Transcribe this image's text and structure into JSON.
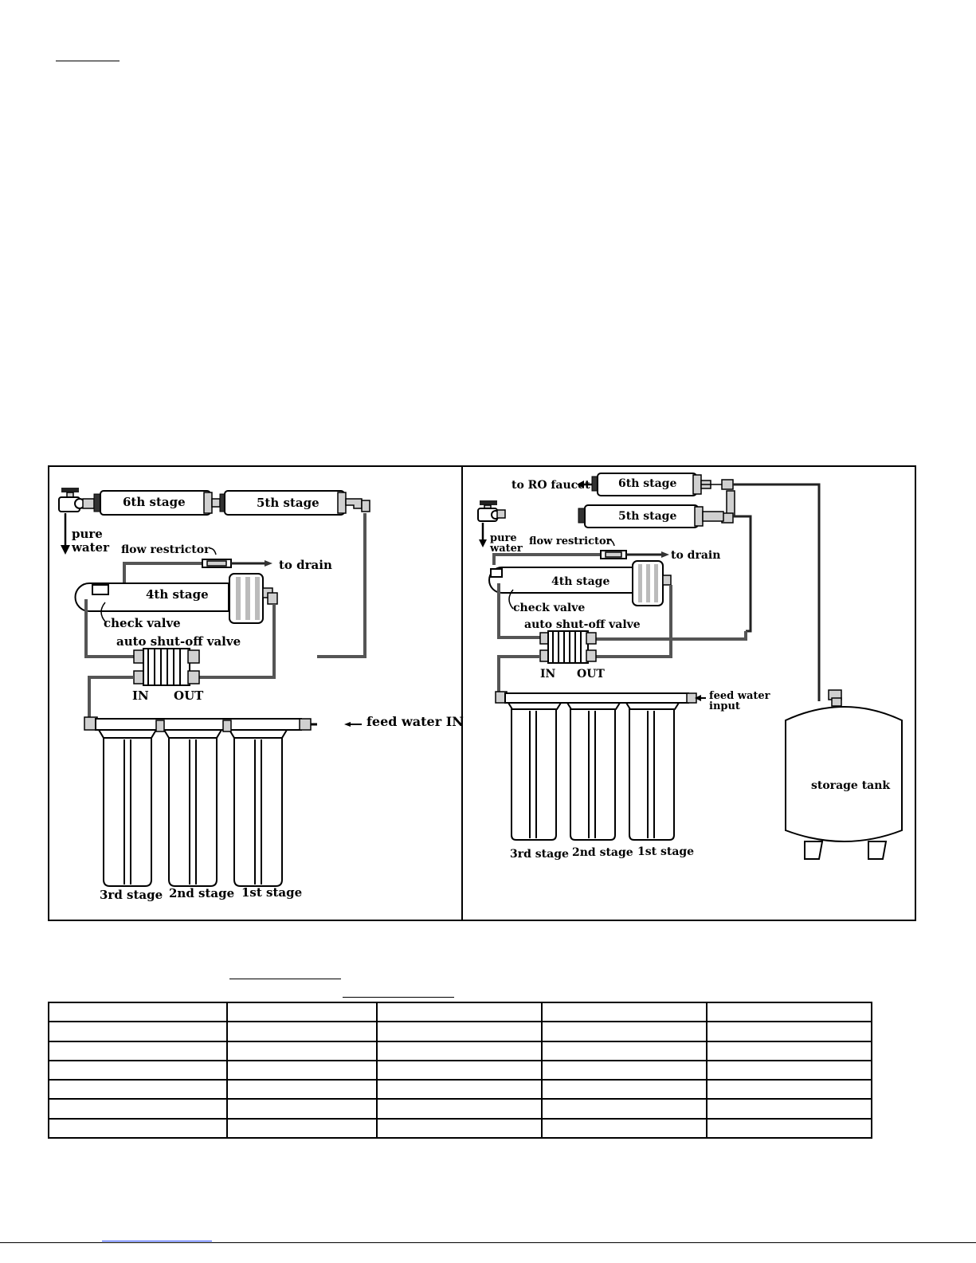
{
  "left_diagram": {
    "labels": {
      "stage6": "6th stage",
      "stage5": "5th stage",
      "pure_water_1": "pure",
      "pure_water_2": "water",
      "flow_restrictor": "flow restrictor",
      "to_drain": "to drain",
      "stage4": "4th stage",
      "check_valve": "check valve",
      "auto_shutoff": "auto shut-off valve",
      "in": "IN",
      "out": "OUT",
      "feed_water": "feed water IN",
      "stage3": "3rd stage",
      "stage2": "2nd stage",
      "stage1": "1st stage"
    }
  },
  "right_diagram": {
    "labels": {
      "to_ro_faucet": "to RO faucet",
      "stage6": "6th stage",
      "stage5": "5th stage",
      "pure_water_1": "pure",
      "pure_water_2": "water",
      "flow_restrictor": "flow restrictor",
      "to_drain": "to drain",
      "stage4": "4th stage",
      "check_valve": "check valve",
      "auto_shutoff": "auto shut-off valve",
      "in": "IN",
      "out": "OUT",
      "feed_water_1": "feed water",
      "feed_water_2": "input",
      "storage_tank": "storage tank",
      "stage3": "3rd stage",
      "stage2": "2nd stage",
      "stage1": "1st stage"
    }
  },
  "table": {
    "rows": [
      [
        "",
        "",
        "",
        "",
        ""
      ],
      [
        "",
        "",
        "",
        "",
        ""
      ],
      [
        "",
        "",
        "",
        "",
        ""
      ],
      [
        "",
        "",
        "",
        "",
        ""
      ],
      [
        "",
        "",
        "",
        "",
        ""
      ],
      [
        "",
        "",
        "",
        "",
        ""
      ],
      [
        "",
        "",
        "",
        "",
        ""
      ]
    ]
  },
  "colors": {
    "line": "#000000",
    "pipe": "#555555",
    "link_rule": "#1a3cff"
  }
}
